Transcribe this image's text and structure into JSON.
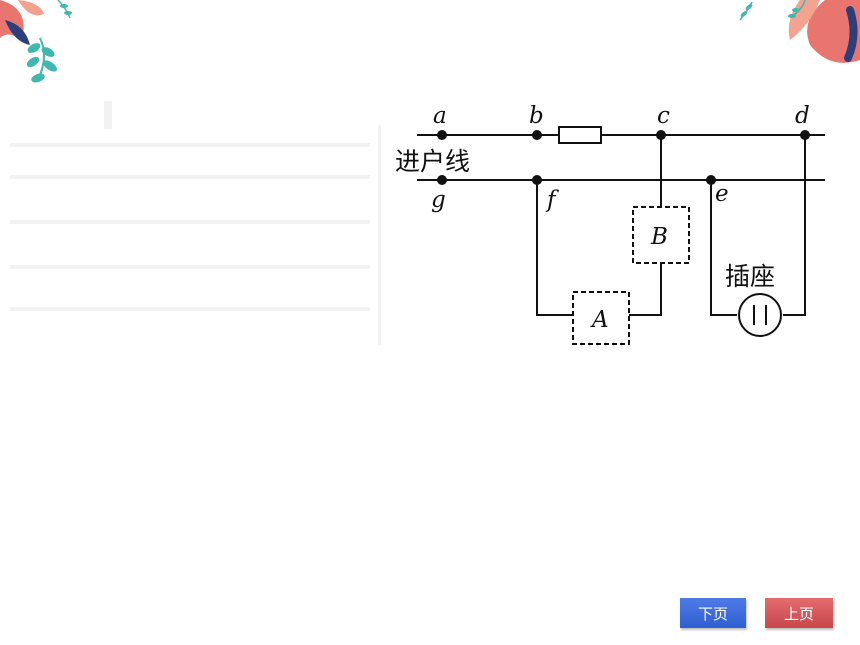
{
  "diagram": {
    "inlet_label": "进户线",
    "socket_label": "插座",
    "points": {
      "a": "a",
      "b": "b",
      "c": "c",
      "d": "d",
      "e": "e",
      "f": "f",
      "g": "g"
    },
    "boxes": {
      "A": "A",
      "B": "B"
    }
  },
  "nav": {
    "next_label": "下页",
    "prev_label": "上页",
    "next_color": "#3a66d8",
    "prev_color": "#d55a5e"
  },
  "colors": {
    "line": "#111111",
    "deco_coral": "#e8766f",
    "deco_teal": "#3fb8b0",
    "deco_navy": "#2c3f7a"
  }
}
